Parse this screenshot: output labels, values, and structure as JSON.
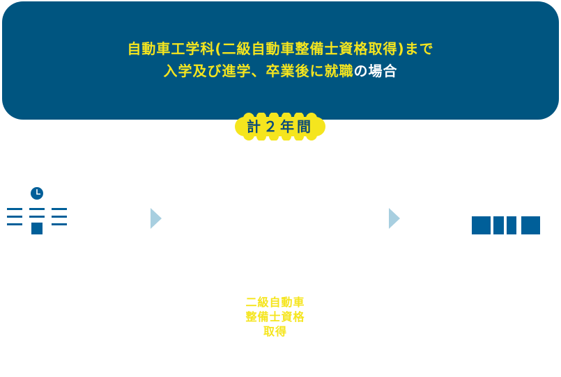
{
  "banner": {
    "line1": "自動車工学科(二級自動車整備士資格取得)まで",
    "line2_part1": "入学及び進学、卒業後に",
    "line2_part2": "就職",
    "line2_part3": "の場合"
  },
  "duration": {
    "label": "計２年間"
  },
  "certification": {
    "line1": "二級自動車",
    "line2": "整備士資格",
    "line3": "取得"
  },
  "colors": {
    "banner_bg": "#005580",
    "accent_yellow": "#f5e51e",
    "icon_blue": "#005f99",
    "arrow_blue": "#a8cfe0"
  }
}
